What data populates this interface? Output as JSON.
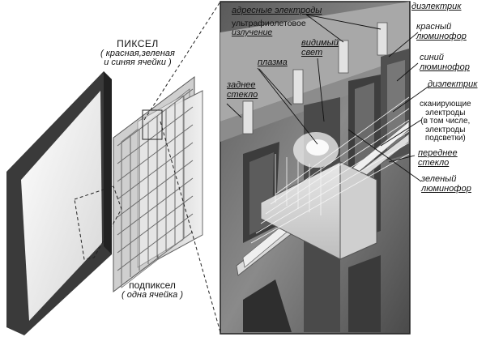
{
  "labels": {
    "pixel": [
      "ПИКСЕЛ",
      "( красная,зеленая",
      "и синяя ячейки )"
    ],
    "subpixel": [
      "подпиксел",
      "( одна ячейка )"
    ],
    "address_electrodes": "адресные электроды",
    "uv": [
      "ультрафиолетовое",
      "излучение"
    ],
    "visible": [
      "видимый",
      "свет"
    ],
    "plasma": "плазма",
    "rear_glass": [
      "заднее",
      "стекло"
    ],
    "dielectric_top": "диэлектрик",
    "red_phosphor": [
      "красный",
      "люминофор"
    ],
    "blue_phosphor": [
      "синий",
      "люминофор"
    ],
    "dielectric_mid": "диэлектрик",
    "scan_electrodes": [
      "сканирующие",
      "электроды",
      "(в том числе,",
      "электроды",
      "подсветки)"
    ],
    "front_glass": [
      "переднее",
      "стекло"
    ],
    "green_phosphor": [
      "зеленый",
      "люминофор"
    ]
  },
  "colors": {
    "panel_frame": "#3a3a3a",
    "screen": "#f2f2f2",
    "detail_bg": "#7a7a7a",
    "rib": "#3c3c3c",
    "glass": "#d8d8d8"
  }
}
